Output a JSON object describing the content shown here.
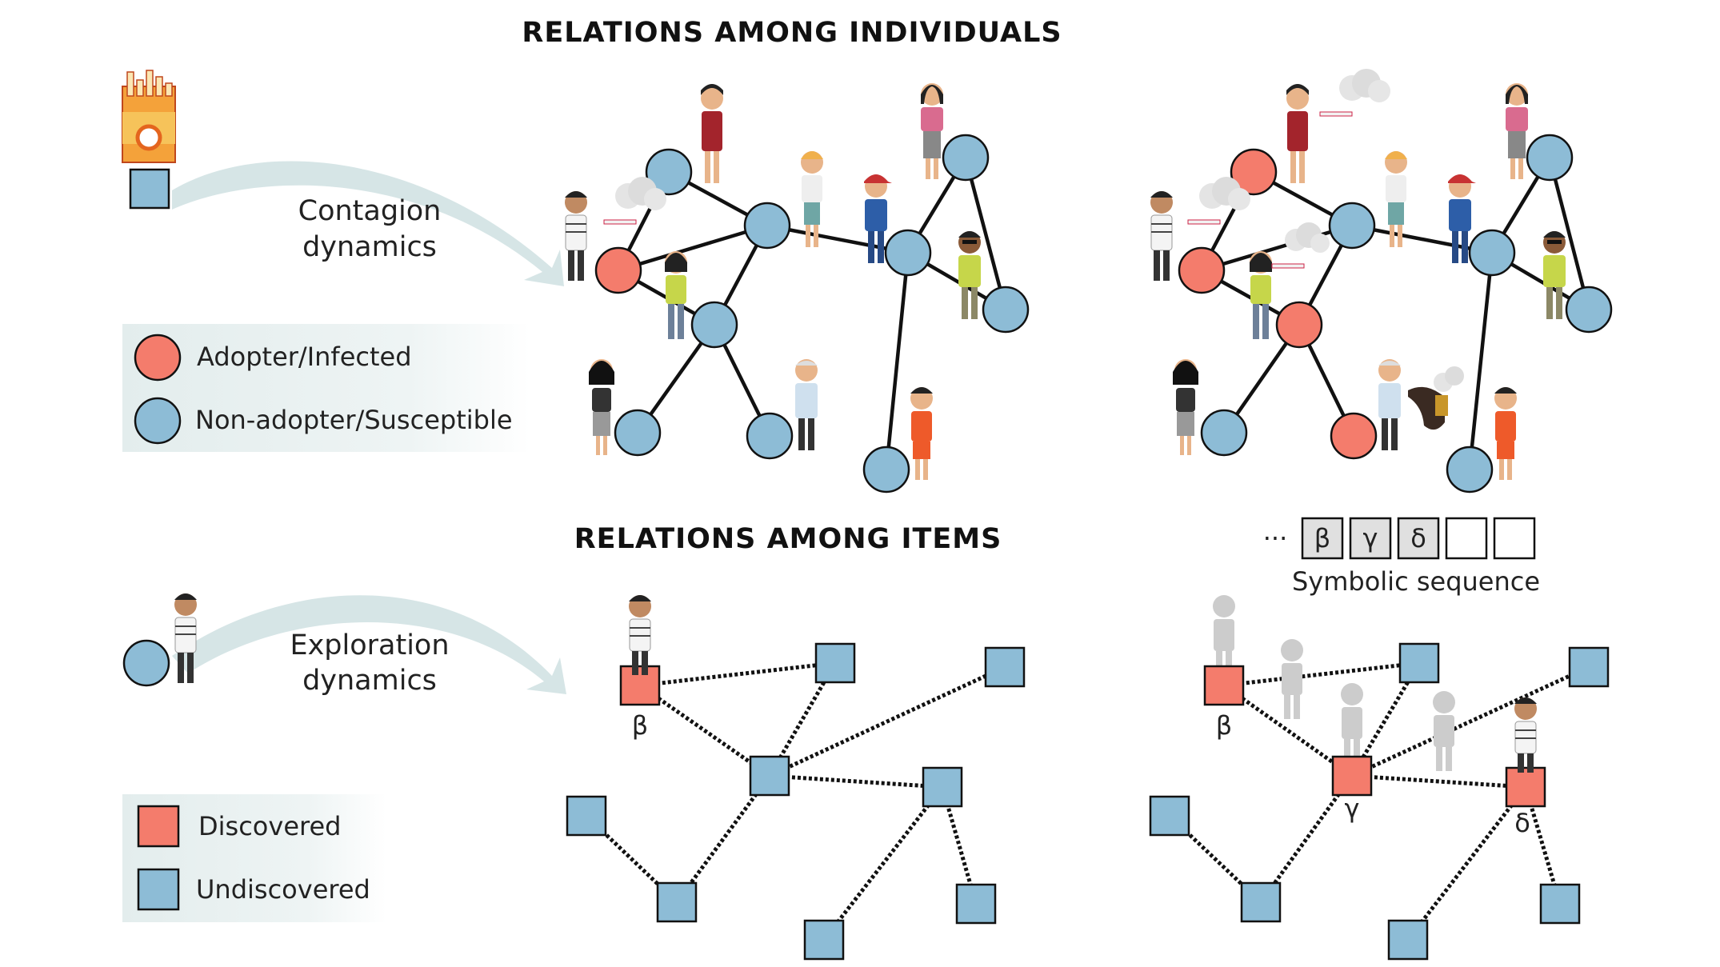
{
  "titles": {
    "individuals": "RELATIONS AMONG INDIVIDUALS",
    "items": "RELATIONS AMONG ITEMS"
  },
  "labels": {
    "contagion_1": "Contagion",
    "contagion_2": "dynamics",
    "exploration_1": "Exploration",
    "exploration_2": "dynamics",
    "symbolic_sequence": "Symbolic sequence",
    "ellipsis": "...",
    "beta": "β",
    "gamma": "γ",
    "delta": "δ"
  },
  "legend_top": {
    "adopter": "Adopter/Infected",
    "non_adopter": "Non-adopter/Susceptible"
  },
  "legend_bottom": {
    "discovered": "Discovered",
    "undiscovered": "Undiscovered"
  },
  "sequence": [
    "β",
    "γ",
    "δ",
    "",
    ""
  ],
  "colors": {
    "infected": "#f47c6c",
    "susceptible": "#8dbcd6",
    "edge": "#111111",
    "arrow": "#d6e5e6",
    "legend_bg": "#e6efef"
  }
}
